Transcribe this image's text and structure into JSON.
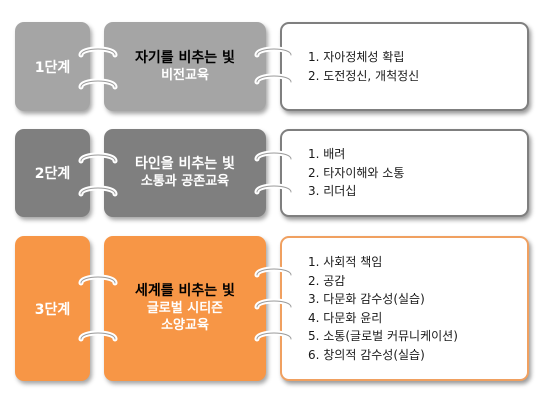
{
  "stages": [
    {
      "label": "1단계",
      "theme_title": "자기를 비추는 빛",
      "theme_sub": [
        "비전교육"
      ],
      "items": [
        "1. 자아정체성 확립",
        "2. 도전정신, 개척정신"
      ],
      "colors": {
        "stage": "#a5a5a5",
        "theme": "#a5a5a5",
        "title_text": "#000000",
        "sub_text": "#ffffff",
        "border": "#7f7f7f"
      }
    },
    {
      "label": "2단계",
      "theme_title": "타인을 비추는 빛",
      "theme_sub": [
        "소통과 공존교육"
      ],
      "items": [
        "1. 배려",
        "2. 타자이해와 소통",
        "3. 리더십"
      ],
      "colors": {
        "stage": "#7f7f7f",
        "theme": "#7f7f7f",
        "title_text": "#ffffff",
        "sub_text": "#ffffff",
        "border": "#7f7f7f"
      }
    },
    {
      "label": "3단계",
      "theme_title": "세계를 비추는 빛",
      "theme_sub": [
        "글로벌 시티즌",
        "소양교육"
      ],
      "items": [
        "1. 사회적 책임",
        "2. 공감",
        "3. 다문화 감수성(실습)",
        "4. 다문화 윤리",
        "5. 소통(글로벌 커뮤니케이션)",
        "6. 창의적 감수성(실습)"
      ],
      "colors": {
        "stage": "#f79646",
        "theme": "#f79646",
        "title_text": "#000000",
        "sub_text": "#ffffff",
        "border": "#f0a060"
      }
    }
  ]
}
